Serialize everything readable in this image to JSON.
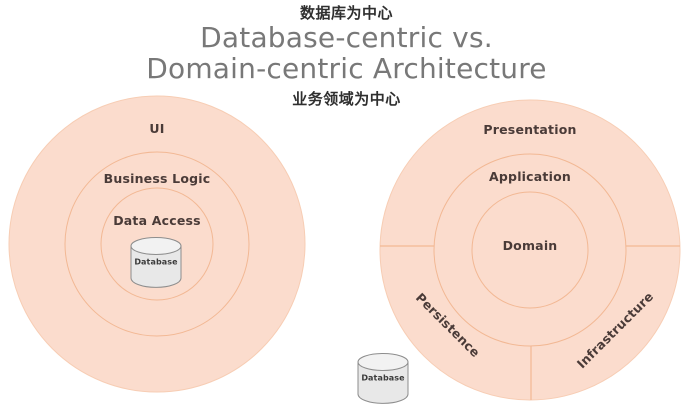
{
  "header": {
    "cn_subtitle_top": "数据库为中心",
    "title_line1": "Database-centric vs.",
    "title_line2": "Domain-centric Architecture",
    "cn_subtitle_bottom": "业务领域为中心"
  },
  "colors": {
    "ring_fill": "#fbdccd",
    "ring_stroke": "#f0b893",
    "outer_stroke": "#f6cdb7",
    "title_text": "#787878",
    "cn_text": "#2f2f2f",
    "label_text": "#4a3b38",
    "db_fill": "#e8e8e8",
    "db_stroke": "#8d8d8d",
    "background": "#ffffff"
  },
  "left_diagram": {
    "name": "database-centric",
    "rings": [
      {
        "label": "UI"
      },
      {
        "label": "Business Logic"
      },
      {
        "label": "Data Access"
      }
    ],
    "database": {
      "label": "Database"
    }
  },
  "right_diagram": {
    "name": "domain-centric",
    "rings": [
      {
        "label": "Presentation"
      },
      {
        "label": "Application"
      },
      {
        "label": "Domain"
      }
    ],
    "sectors": [
      {
        "label": "Persistence"
      },
      {
        "label": "Infrastructure"
      }
    ]
  },
  "external_database": {
    "label": "Database"
  }
}
